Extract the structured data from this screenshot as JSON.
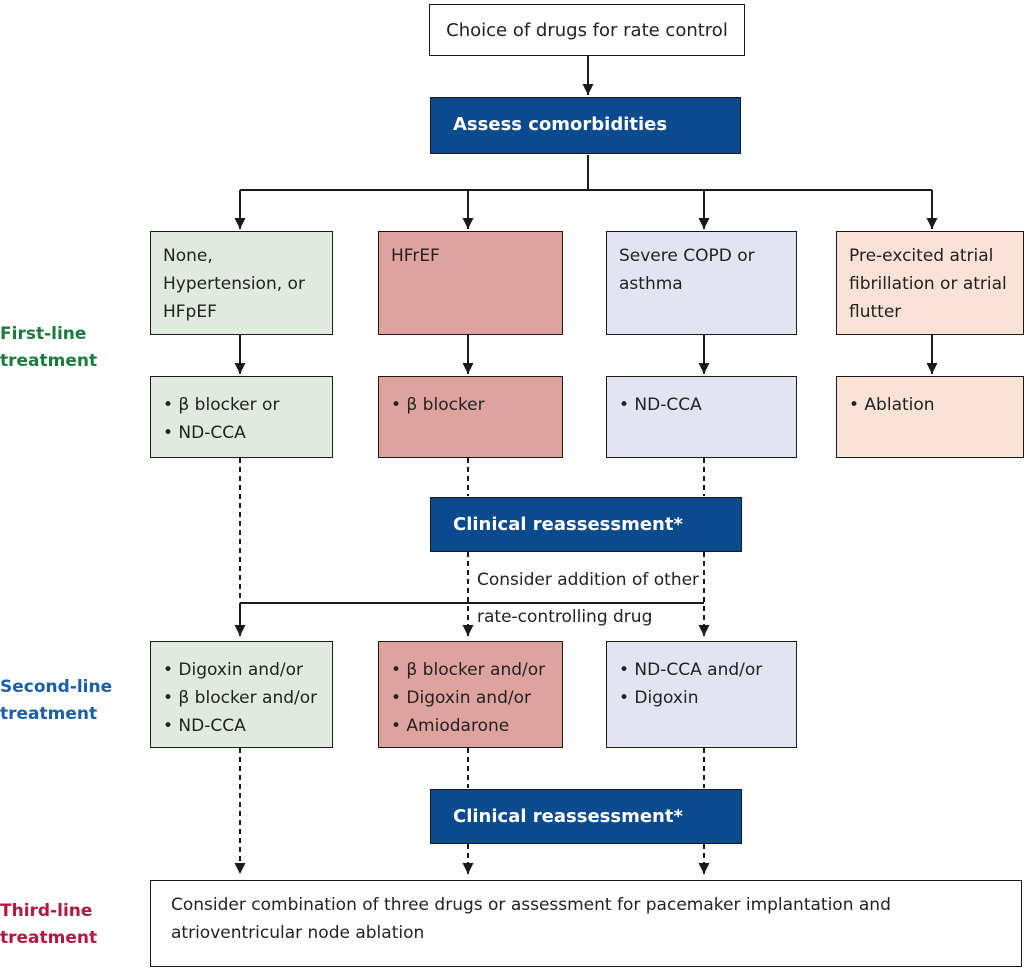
{
  "top": "Choice of drugs for rate control",
  "assess": "Assess comorbidities",
  "stages": {
    "first_line": "First-line\ntreatment",
    "second_line": "Second-line\ntreatment",
    "third_line": "Third-line\ntreatment"
  },
  "comorbidities": [
    "None,\nHypertension, or\nHFpEF",
    "HFrEF",
    "Severe COPD or\nasthma",
    "Pre-excited atrial\nfibrillation or atrial\nflutter"
  ],
  "first_line": [
    [
      "• β blocker or",
      "• ND-CCA"
    ],
    [
      "• β blocker"
    ],
    [
      "• ND-CCA"
    ],
    [
      "• Ablation"
    ]
  ],
  "reassess_1": "Clinical reassessment*",
  "consider_text_1": "Consider addition of other",
  "consider_text_2": "rate-controlling drug",
  "second_line": [
    [
      "• Digoxin and/or",
      "• β blocker and/or",
      "• ND-CCA"
    ],
    [
      "• β blocker and/or",
      "• Digoxin and/or",
      "• Amiodarone"
    ],
    [
      "• ND-CCA and/or",
      "• Digoxin"
    ]
  ],
  "reassess_2": "Clinical reassessment*",
  "third_line": "Consider combination of three drugs or assessment for pacemaker implantation and atrioventricular node ablation",
  "colors": {
    "blue_box": "#0a4a8f",
    "green_box": "#e1eadf",
    "red_box": "#dfa39f",
    "lavender_box": "#e2e4f1",
    "peach_box": "#fbe2d6",
    "first_line_label": "#1e7a3e",
    "second_line_label": "#1a5fa8",
    "third_line_label": "#b3183f"
  }
}
